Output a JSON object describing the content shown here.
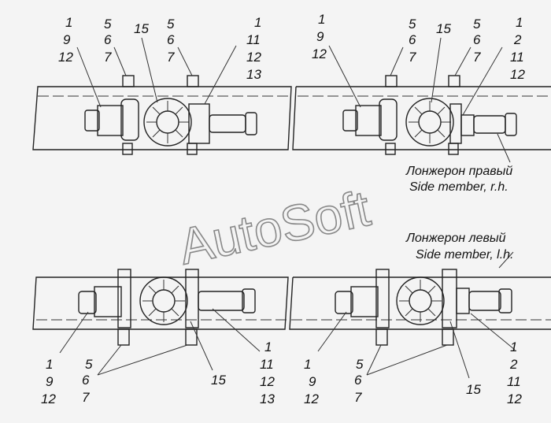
{
  "watermark": "AutoSoft",
  "captions": {
    "right_ru": "Лонжерон правый",
    "right_en": "Side member, r.h.",
    "left_ru": "Лонжерон левый",
    "left_en": "Side member, l.h."
  },
  "labels": {
    "n1": "1",
    "n2": "2",
    "n5": "5",
    "n6": "6",
    "n7": "7",
    "n9": "9",
    "n11": "11",
    "n12": "12",
    "n13": "13",
    "n15": "15"
  }
}
